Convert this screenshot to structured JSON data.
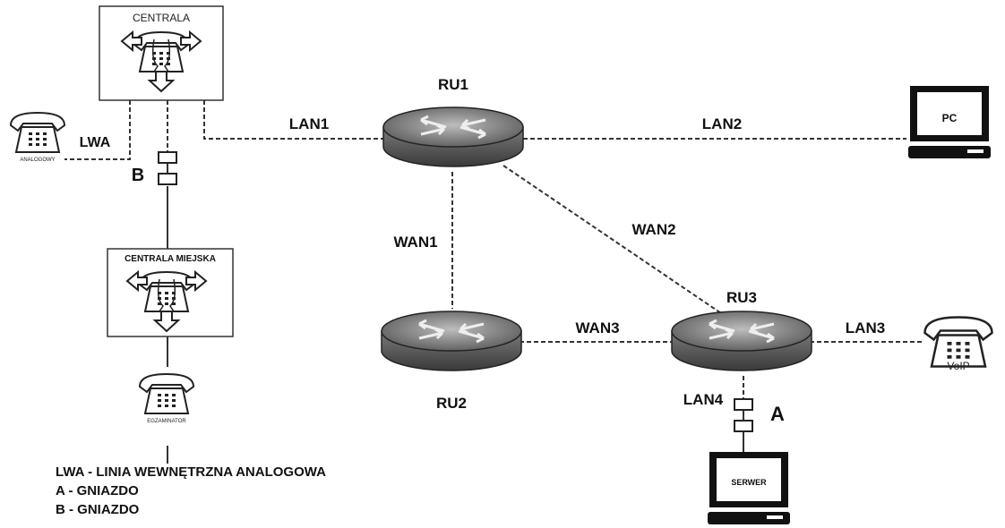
{
  "centrala": {
    "title": "CENTRALA"
  },
  "centrala_miejska": {
    "title": "CENTRALA MIEJSKA"
  },
  "phones": {
    "analog": "ANALOGOWY",
    "examiner": "EGZAMINATOR",
    "voip": "VoIP"
  },
  "routers": {
    "ru1": "RU1",
    "ru2": "RU2",
    "ru3": "RU3"
  },
  "computers": {
    "pc": "PC",
    "server": "SERWER"
  },
  "links": {
    "lan1": "LAN1",
    "lan2": "LAN2",
    "lan3": "LAN3",
    "lan4": "LAN4",
    "wan1": "WAN1",
    "wan2": "WAN2",
    "wan3": "WAN3",
    "lwa": "LWA"
  },
  "sockets": {
    "a": "A",
    "b": "B"
  },
  "legend": [
    "LWA - LINIA WEWNĘTRZNA ANALOGOWA",
    "A  - GNIAZDO",
    "B  - GNIAZDO"
  ]
}
